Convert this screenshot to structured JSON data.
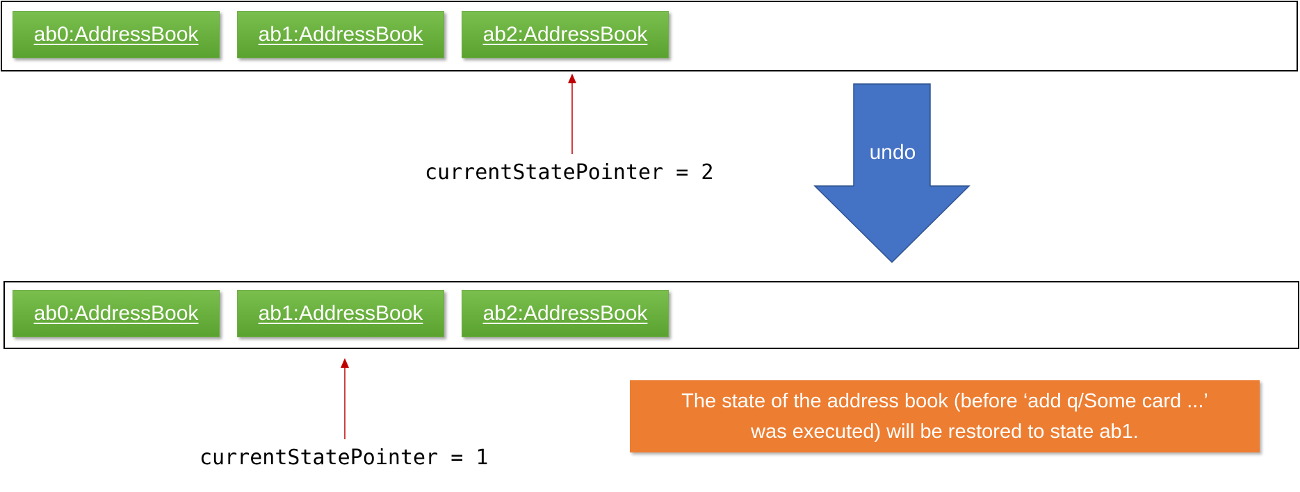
{
  "diagram": {
    "before": {
      "states": [
        "ab0:AddressBook",
        "ab1:AddressBook",
        "ab2:AddressBook"
      ],
      "pointer_label": "currentStatePointer = 2"
    },
    "transition": {
      "label": "undo"
    },
    "after": {
      "states": [
        "ab0:AddressBook",
        "ab1:AddressBook",
        "ab2:AddressBook"
      ],
      "pointer_label": "currentStatePointer = 1"
    },
    "note": {
      "text": "The state of the address book (before ‘add q/Some card ...’\nwas executed) will be restored to state ab1."
    },
    "colors": {
      "state_box": "#70ad47",
      "arrow_fill": "#4472c4",
      "pointer_arrow": "#c00000",
      "note_fill": "#ed7d31"
    }
  }
}
